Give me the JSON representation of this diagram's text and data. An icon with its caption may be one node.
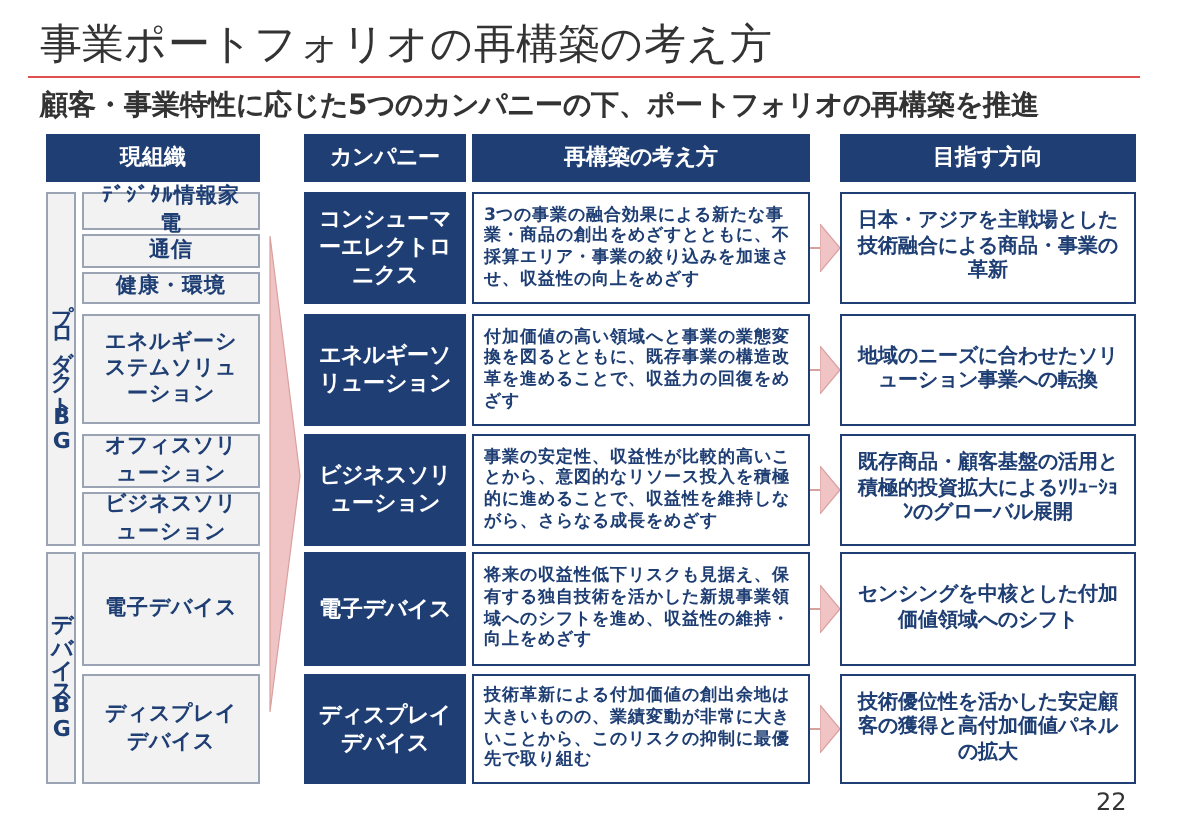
{
  "diagram": {
    "title": "事業ポートフォリオの再構築の考え方",
    "nodes": [
      {
        "text": [
          "現組織"
        ]
      },
      {
        "text": [
          "カンパニー"
        ]
      },
      {
        "text": [
          "再構築の考え方"
        ]
      },
      {
        "text": [
          "目指す方向"
        ]
      },
      {
        "text": [
          "プロダクトBG"
        ]
      },
      {
        "text": [
          "ﾃﾞｼﾞﾀﾙ情報家電"
        ]
      },
      {
        "text": [
          "通信"
        ]
      },
      {
        "text": [
          "健康・環境"
        ]
      },
      {
        "text": [
          "エネルギーシステムソリューション"
        ]
      },
      {
        "text": [
          "オフィスソリューション"
        ]
      },
      {
        "text": [
          "ビジネスソリューション"
        ]
      },
      {
        "text": [
          "デバイスBG"
        ]
      },
      {
        "text": [
          "電子デバイス"
        ]
      },
      {
        "text": [
          "ディスプレイデバイス"
        ]
      },
      {
        "text": [
          "コンシューマーエレクトロニクス"
        ]
      },
      {
        "text": [
          "3つの事業の融合効果による新たな事業・商品の創出をめざすとともに、不採算エリア・事業の絞り込みを加速させ、収益性の向上をめざす"
        ]
      },
      {
        "text": [
          "日本・アジアを主戦場とした技術融合による商品・事業の革新"
        ]
      },
      {
        "text": [
          "エネルギーソリューション"
        ]
      },
      {
        "text": [
          "付加価値の高い領域へと事業の業態変換を図るとともに、既存事業の構造改革を進めることで、収益力の回復をめざす"
        ]
      },
      {
        "text": [
          "地域のニーズに合わせたソリューション事業への転換"
        ]
      },
      {
        "text": [
          "ビジネスソリューション"
        ]
      },
      {
        "text": [
          "事業の安定性、収益性が比較的高いことから、意図的なリソース投入を積極的に進めることで、収益性を維持しながら、さらなる成長をめざす"
        ]
      },
      {
        "text": [
          "既存商品・顧客基盤の活用と積極的投資拡大によるｿﾘｭｰｼｮﾝのグローバル展開"
        ]
      },
      {
        "text": [
          "電子デバイス"
        ]
      },
      {
        "text": [
          "将来の収益性低下リスクも見据え、保有する独自技術を活かした新規事業領域へのシフトを進め、収益性の維持・向上をめざす"
        ]
      },
      {
        "text": [
          "センシングを中核とした付加価値領域へのシフト"
        ]
      },
      {
        "text": [
          "ディスプレイデバイス"
        ]
      },
      {
        "text": [
          "技術革新による付加価値の創出余地は大きいものの、業績変動が非常に大きいことから、このリスクの抑制に最優先で取り組む"
        ]
      },
      {
        "text": [
          "技術優位性を活かした安定顧客の獲得と高付加価値パネルの拡大"
        ]
      }
    ],
    "edges": [
      {
        "from": 15,
        "to": 16,
        "arrow": "to"
      },
      {
        "from": 18,
        "to": 19,
        "arrow": "to"
      },
      {
        "from": 21,
        "to": 22,
        "arrow": "to"
      },
      {
        "from": 24,
        "to": 25,
        "arrow": "to"
      },
      {
        "from": 27,
        "to": 28,
        "arrow": "to"
      }
    ],
    "labels": [
      "顧客・事業特性に応じた5つのカンパニーの下、ポートフォリオの再構築を推進",
      "22"
    ]
  }
}
